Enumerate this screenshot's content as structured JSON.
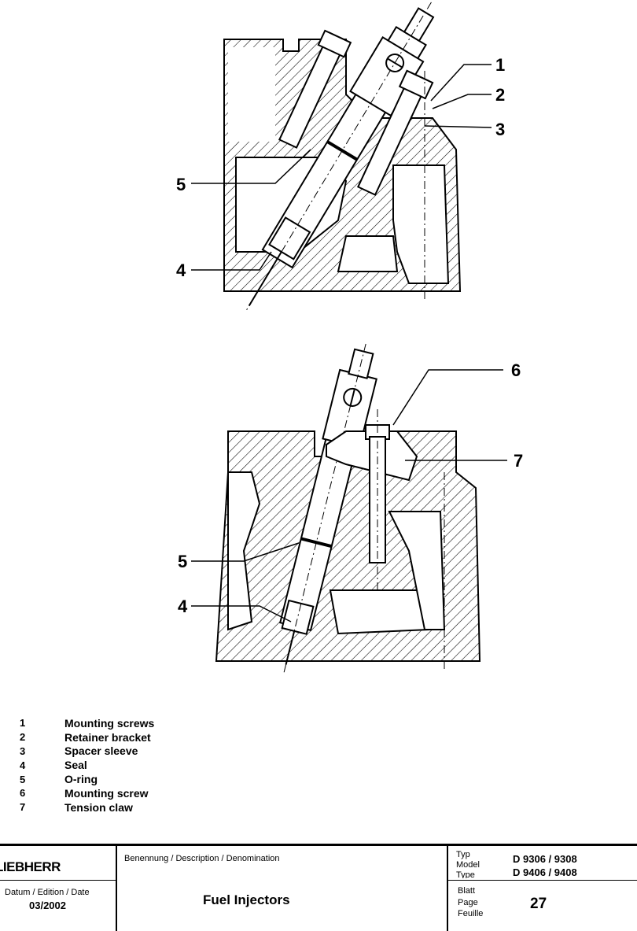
{
  "callouts_top": [
    "1",
    "2",
    "3",
    "5",
    "4"
  ],
  "callouts_bottom": [
    "6",
    "7",
    "5",
    "4"
  ],
  "legend": [
    {
      "num": "1",
      "text": "Mounting screws"
    },
    {
      "num": "2",
      "text": "Retainer bracket"
    },
    {
      "num": "3",
      "text": "Spacer sleeve"
    },
    {
      "num": "4",
      "text": "Seal"
    },
    {
      "num": "5",
      "text": "O-ring"
    },
    {
      "num": "6",
      "text": "Mounting screw"
    },
    {
      "num": "7",
      "text": "Tension claw"
    }
  ],
  "title_block": {
    "logo": "LIEBHERR",
    "date_label": "Datum / Edition / Date",
    "date_value": "03/2002",
    "description_label": "Benennung / Description / Denomination",
    "description_value": "Fuel Injectors",
    "type_label_1": "Typ",
    "type_label_2": "Model",
    "type_label_3": "Type",
    "model_line_1": "D 9306 / 9308",
    "model_line_2": "D 9406 / 9408",
    "page_label_1": "Blatt",
    "page_label_2": "Page",
    "page_label_3": "Feuille",
    "page_value": "27"
  }
}
